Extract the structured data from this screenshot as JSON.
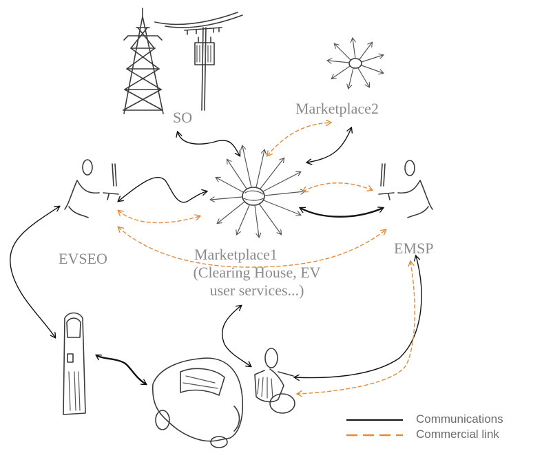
{
  "nodes": {
    "so": "SO",
    "marketplace2": "Marketplace2",
    "evseo": "EVSEO",
    "marketplace1": "Marketplace1",
    "marketplace1_sub1": "(Clearing House, EV",
    "marketplace1_sub2": "user services...)",
    "emsp": "EMSP"
  },
  "legend": {
    "communications": "Communications",
    "commercial": "Commercial link"
  },
  "colors": {
    "communications": "#111111",
    "commercial": "#e08a3a",
    "label": "#8a8a8a"
  }
}
